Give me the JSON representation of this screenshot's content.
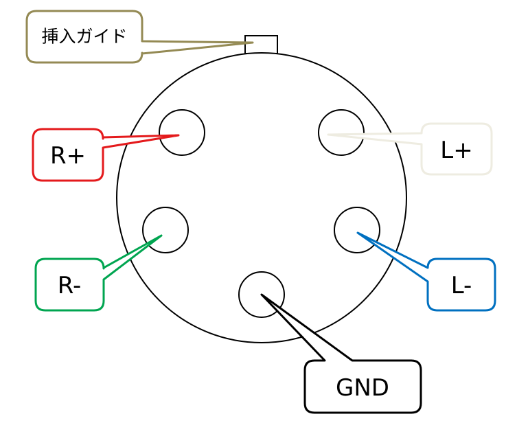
{
  "diagram": {
    "title": "5-pin connector pinout",
    "connector": {
      "key_tab_label": "挿入ガイド"
    },
    "callouts": [
      {
        "id": "insert-guide",
        "label": "挿入ガイド",
        "color": "#948a54",
        "target": "key-tab"
      },
      {
        "id": "r-plus",
        "label": "R+",
        "color": "#e41a1c",
        "target": "pin-r-plus"
      },
      {
        "id": "l-plus",
        "label": "L+",
        "color": "#eeece1",
        "target": "pin-l-plus"
      },
      {
        "id": "r-minus",
        "label": "R-",
        "color": "#00a550",
        "target": "pin-r-minus"
      },
      {
        "id": "l-minus",
        "label": "L-",
        "color": "#0070c0",
        "target": "pin-l-minus"
      },
      {
        "id": "gnd",
        "label": "GND",
        "color": "#000000",
        "target": "pin-gnd"
      }
    ],
    "pins": [
      {
        "id": "pin-r-plus",
        "signal": "R+"
      },
      {
        "id": "pin-l-plus",
        "signal": "L+"
      },
      {
        "id": "pin-r-minus",
        "signal": "R-"
      },
      {
        "id": "pin-l-minus",
        "signal": "L-"
      },
      {
        "id": "pin-gnd",
        "signal": "GND"
      }
    ]
  }
}
